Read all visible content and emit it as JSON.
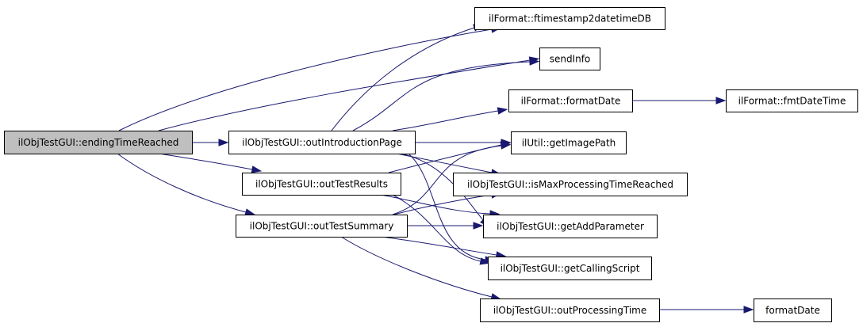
{
  "diagram": {
    "type": "call-graph",
    "colors": {
      "root_fill": "#bfbfbf",
      "node_fill": "#ffffff",
      "node_border": "#000000",
      "edge": "#191970"
    },
    "nodes": [
      {
        "id": "root",
        "label": "ilObjTestGUI::endingTimeReached",
        "root": true
      },
      {
        "id": "outIntro",
        "label": "ilObjTestGUI::outIntroductionPage"
      },
      {
        "id": "outResults",
        "label": "ilObjTestGUI::outTestResults"
      },
      {
        "id": "outSummary",
        "label": "ilObjTestGUI::outTestSummary"
      },
      {
        "id": "ftimestamp",
        "label": "ilFormat::ftimestamp2datetimeDB"
      },
      {
        "id": "sendInfo",
        "label": "sendInfo"
      },
      {
        "id": "formatDateIl",
        "label": "ilFormat::formatDate"
      },
      {
        "id": "fmtDateTime",
        "label": "ilFormat::fmtDateTime"
      },
      {
        "id": "getImagePath",
        "label": "ilUtil::getImagePath"
      },
      {
        "id": "isMax",
        "label": "ilObjTestGUI::isMaxProcessingTimeReached"
      },
      {
        "id": "getAddParam",
        "label": "ilObjTestGUI::getAddParameter"
      },
      {
        "id": "getCalling",
        "label": "ilObjTestGUI::getCallingScript"
      },
      {
        "id": "outProcTime",
        "label": "ilObjTestGUI::outProcessingTime"
      },
      {
        "id": "formatDate",
        "label": "formatDate"
      }
    ],
    "edges": [
      {
        "from": "root",
        "to": "outIntro"
      },
      {
        "from": "root",
        "to": "ftimestamp"
      },
      {
        "from": "root",
        "to": "sendInfo"
      },
      {
        "from": "root",
        "to": "outResults"
      },
      {
        "from": "root",
        "to": "outSummary"
      },
      {
        "from": "outIntro",
        "to": "ftimestamp"
      },
      {
        "from": "outIntro",
        "to": "sendInfo"
      },
      {
        "from": "outIntro",
        "to": "formatDateIl"
      },
      {
        "from": "outIntro",
        "to": "getImagePath"
      },
      {
        "from": "outIntro",
        "to": "isMax"
      },
      {
        "from": "outIntro",
        "to": "getAddParam"
      },
      {
        "from": "outIntro",
        "to": "getCalling"
      },
      {
        "from": "formatDateIl",
        "to": "fmtDateTime"
      },
      {
        "from": "outResults",
        "to": "getImagePath"
      },
      {
        "from": "outResults",
        "to": "getAddParam"
      },
      {
        "from": "outResults",
        "to": "getCalling"
      },
      {
        "from": "outSummary",
        "to": "getImagePath"
      },
      {
        "from": "outSummary",
        "to": "isMax"
      },
      {
        "from": "outSummary",
        "to": "getAddParam"
      },
      {
        "from": "outSummary",
        "to": "getCalling"
      },
      {
        "from": "outSummary",
        "to": "outProcTime"
      },
      {
        "from": "outProcTime",
        "to": "formatDate"
      }
    ]
  }
}
